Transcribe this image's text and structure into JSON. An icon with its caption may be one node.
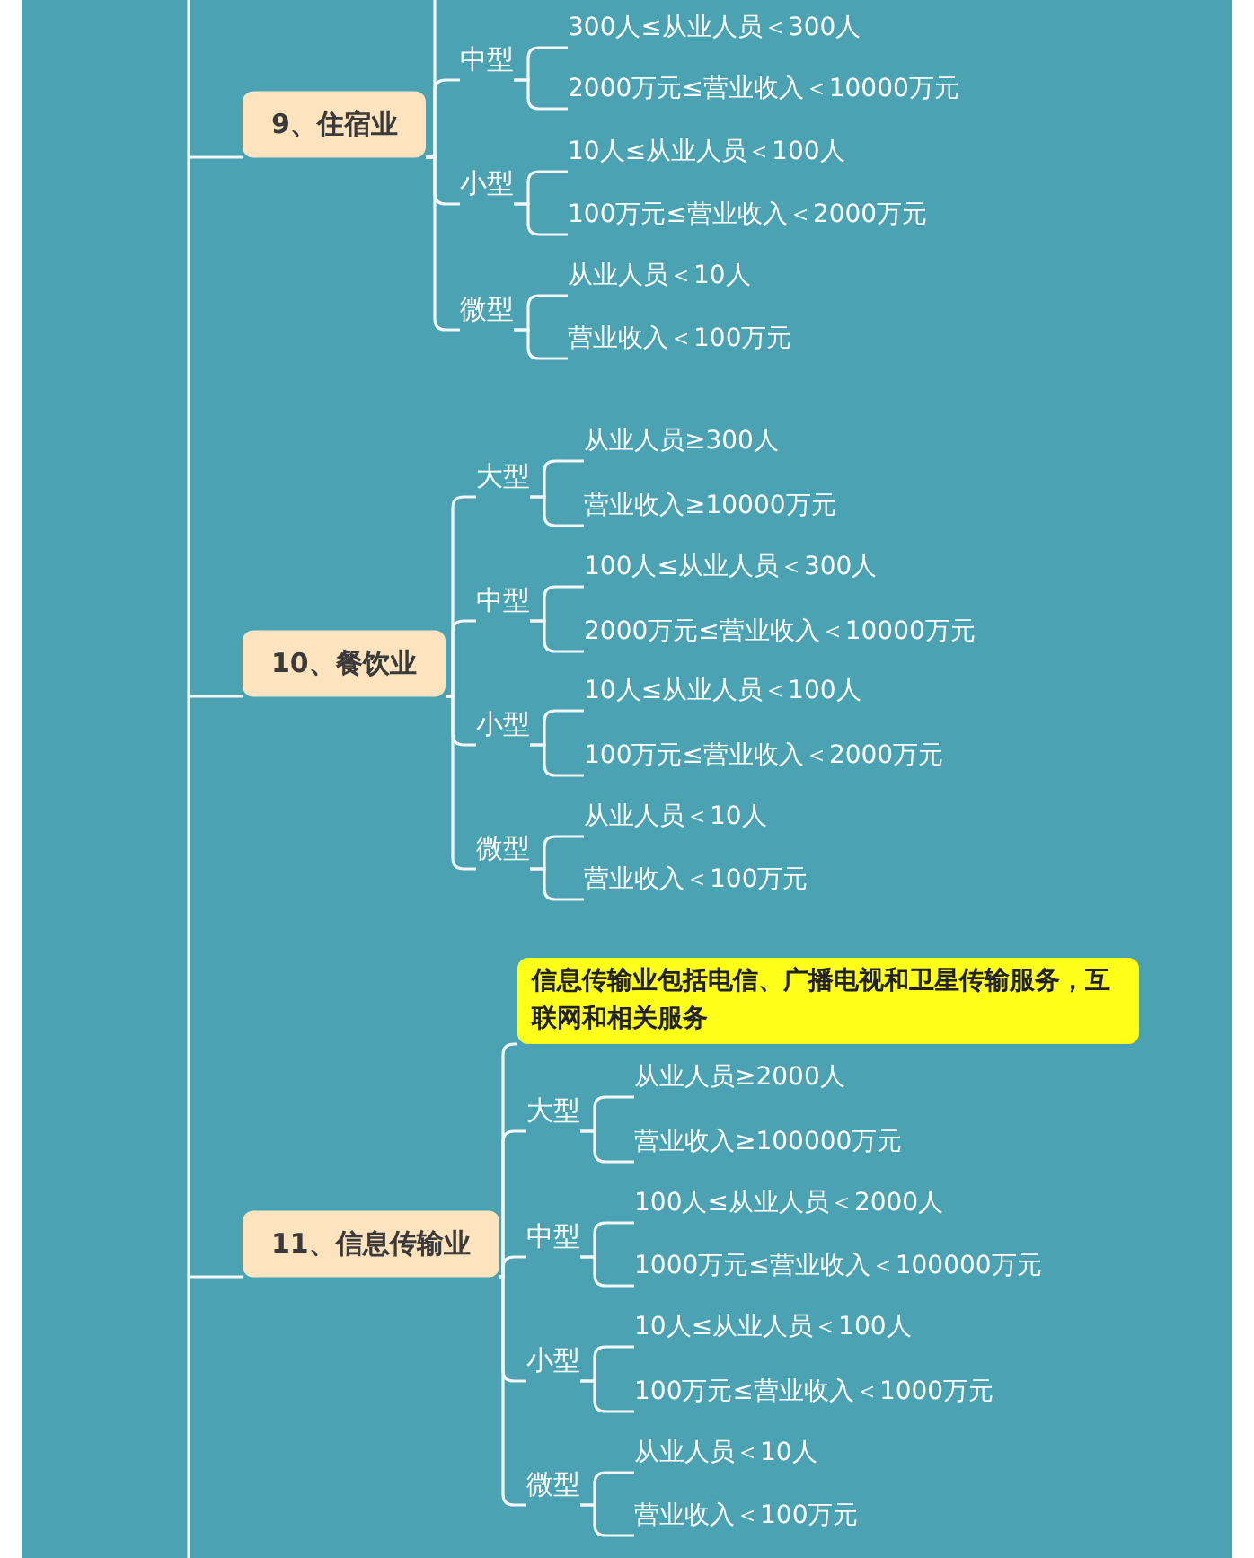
{
  "diagram": {
    "nodes": [
      {
        "text": [
          "9、住宿业"
        ]
      },
      {
        "text": [
          "中型"
        ]
      },
      {
        "text": [
          "300人≤从业人员＜300人"
        ]
      },
      {
        "text": [
          "2000万元≤营业收入＜10000万元"
        ]
      },
      {
        "text": [
          "小型"
        ]
      },
      {
        "text": [
          "10人≤从业人员＜100人"
        ]
      },
      {
        "text": [
          "100万元≤营业收入＜2000万元"
        ]
      },
      {
        "text": [
          "微型"
        ]
      },
      {
        "text": [
          "从业人员＜10人"
        ]
      },
      {
        "text": [
          "营业收入＜100万元"
        ]
      },
      {
        "text": [
          "10、餐饮业"
        ]
      },
      {
        "text": [
          "大型"
        ]
      },
      {
        "text": [
          "从业人员≥300人"
        ]
      },
      {
        "text": [
          "营业收入≥10000万元"
        ]
      },
      {
        "text": [
          "中型"
        ]
      },
      {
        "text": [
          "100人≤从业人员＜300人"
        ]
      },
      {
        "text": [
          "2000万元≤营业收入＜10000万元"
        ]
      },
      {
        "text": [
          "小型"
        ]
      },
      {
        "text": [
          "10人≤从业人员＜100人"
        ]
      },
      {
        "text": [
          "100万元≤营业收入＜2000万元"
        ]
      },
      {
        "text": [
          "微型"
        ]
      },
      {
        "text": [
          "从业人员＜10人"
        ]
      },
      {
        "text": [
          "营业收入＜100万元"
        ]
      },
      {
        "text": [
          "11、信息传输业"
        ]
      },
      {
        "text": [
          "信息传输业包括电信、广播电视和卫星传输服务，互联网和相关服务"
        ]
      },
      {
        "text": [
          "大型"
        ]
      },
      {
        "text": [
          "从业人员≥2000人"
        ]
      },
      {
        "text": [
          "营业收入≥100000万元"
        ]
      },
      {
        "text": [
          "中型"
        ]
      },
      {
        "text": [
          "100人≤从业人员＜2000人"
        ]
      },
      {
        "text": [
          "1000万元≤营业收入＜100000万元"
        ]
      },
      {
        "text": [
          "小型"
        ]
      },
      {
        "text": [
          "10人≤从业人员＜100人"
        ]
      },
      {
        "text": [
          "100万元≤营业收入＜1000万元"
        ]
      },
      {
        "text": [
          "微型"
        ]
      },
      {
        "text": [
          "从业人员＜10人"
        ]
      },
      {
        "text": [
          "营业收入＜100万元"
        ]
      }
    ],
    "edges": [
      {
        "from": null,
        "to": 0,
        "arrow": "none"
      },
      {
        "from": 0,
        "to": null,
        "arrow": "none"
      },
      {
        "from": 0,
        "to": 1,
        "arrow": "none"
      },
      {
        "from": 1,
        "to": 2,
        "arrow": "none"
      },
      {
        "from": 1,
        "to": 3,
        "arrow": "none"
      },
      {
        "from": 0,
        "to": 4,
        "arrow": "none"
      },
      {
        "from": 4,
        "to": 5,
        "arrow": "none"
      },
      {
        "from": 4,
        "to": 6,
        "arrow": "none"
      },
      {
        "from": 0,
        "to": 7,
        "arrow": "none"
      },
      {
        "from": 7,
        "to": 8,
        "arrow": "none"
      },
      {
        "from": 7,
        "to": 9,
        "arrow": "none"
      },
      {
        "from": null,
        "to": 10,
        "arrow": "none"
      },
      {
        "from": 10,
        "to": 11,
        "arrow": "none"
      },
      {
        "from": 11,
        "to": 12,
        "arrow": "none"
      },
      {
        "from": 11,
        "to": 13,
        "arrow": "none"
      },
      {
        "from": 10,
        "to": 14,
        "arrow": "none"
      },
      {
        "from": 14,
        "to": 15,
        "arrow": "none"
      },
      {
        "from": 14,
        "to": 16,
        "arrow": "none"
      },
      {
        "from": 10,
        "to": 17,
        "arrow": "none"
      },
      {
        "from": 17,
        "to": 18,
        "arrow": "none"
      },
      {
        "from": 17,
        "to": 19,
        "arrow": "none"
      },
      {
        "from": 10,
        "to": 20,
        "arrow": "none"
      },
      {
        "from": 20,
        "to": 21,
        "arrow": "none"
      },
      {
        "from": 20,
        "to": 22,
        "arrow": "none"
      },
      {
        "from": null,
        "to": 23,
        "arrow": "none"
      },
      {
        "from": 23,
        "to": 24,
        "arrow": "none"
      },
      {
        "from": 23,
        "to": 25,
        "arrow": "none"
      },
      {
        "from": 25,
        "to": 26,
        "arrow": "none"
      },
      {
        "from": 25,
        "to": 27,
        "arrow": "none"
      },
      {
        "from": 23,
        "to": 28,
        "arrow": "none"
      },
      {
        "from": 28,
        "to": 29,
        "arrow": "none"
      },
      {
        "from": 28,
        "to": 30,
        "arrow": "none"
      },
      {
        "from": 23,
        "to": 31,
        "arrow": "none"
      },
      {
        "from": 31,
        "to": 32,
        "arrow": "none"
      },
      {
        "from": 31,
        "to": 33,
        "arrow": "none"
      },
      {
        "from": 23,
        "to": 34,
        "arrow": "none"
      },
      {
        "from": 34,
        "to": 35,
        "arrow": "none"
      },
      {
        "from": 34,
        "to": 36,
        "arrow": "none"
      }
    ]
  }
}
